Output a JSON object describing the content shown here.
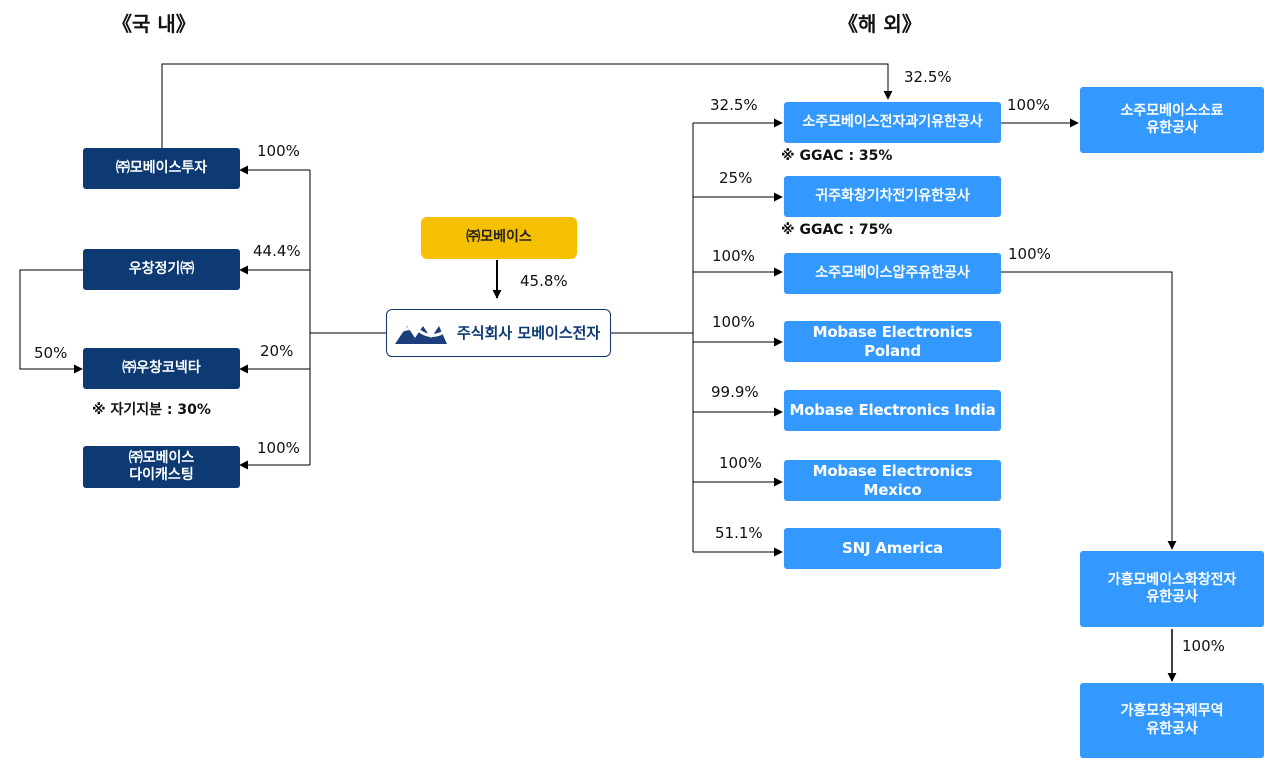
{
  "headers": {
    "domestic": "《국 내》",
    "overseas": "《해 외》"
  },
  "parent": {
    "name": "㈜모베이스",
    "pct": "45.8%"
  },
  "main": {
    "name": "주식회사 모베이스전자"
  },
  "domestic": [
    {
      "name": "㈜모베이스투자",
      "pct": "100%"
    },
    {
      "name": "우창정기㈜",
      "pct": "44.4%"
    },
    {
      "name": "㈜우창코넥타",
      "pct": "20%",
      "extra_pct": "50%",
      "note": "※ 자기지분 : 30%"
    },
    {
      "name_line1": "㈜모베이스",
      "name_line2": "다이캐스팅",
      "pct": "100%"
    }
  ],
  "overseas": [
    {
      "name": "소주모베이스전자과기유한공사",
      "pct": "32.5%",
      "extra_pct": "32.5%",
      "note": "※ GGAC : 35%"
    },
    {
      "name": "귀주화창기차전기유한공사",
      "pct": "25%",
      "note": "※ GGAC : 75%"
    },
    {
      "name": "소주모베이스압주유한공사",
      "pct": "100%"
    },
    {
      "name": "Mobase Electronics Poland",
      "pct": "100%"
    },
    {
      "name": "Mobase Electronics India",
      "pct": "99.9%"
    },
    {
      "name": "Mobase Electronics Mexico",
      "pct": "100%"
    },
    {
      "name": "SNJ America",
      "pct": "51.1%"
    }
  ],
  "subsidiaries": {
    "suzhou_material": {
      "name_line1": "소주모베이스소료",
      "name_line2": "유한공사",
      "pct": "100%"
    },
    "jiaxing": {
      "name_line1": "가흥모베이스화창전자",
      "name_line2": "유한공사",
      "pct": "100%"
    },
    "jiaxing_trade": {
      "name_line1": "가흥모창국제무역",
      "name_line2": "유한공사",
      "pct": "100%"
    }
  }
}
